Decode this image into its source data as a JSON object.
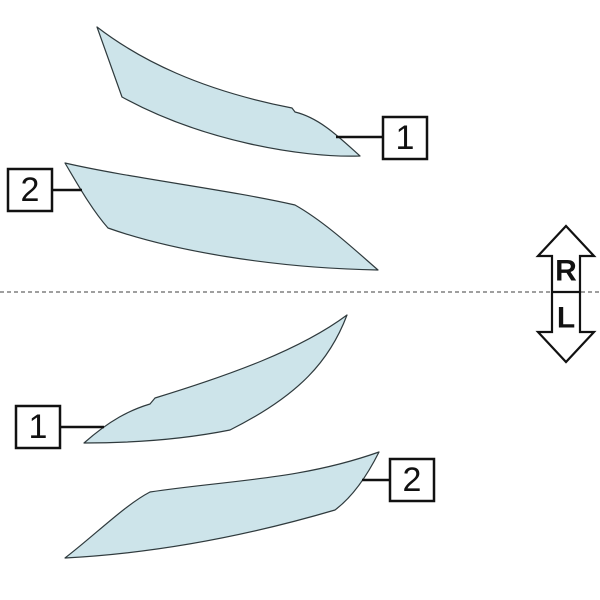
{
  "colors": {
    "part_fill": "#cde4ea",
    "outline": "#2f3a3d",
    "ink": "#111111",
    "divider": "#666666"
  },
  "callouts": {
    "right_1": "1",
    "right_2": "2",
    "left_1": "1",
    "left_2": "2"
  },
  "orientation": {
    "right_label": "R",
    "left_label": "L"
  }
}
